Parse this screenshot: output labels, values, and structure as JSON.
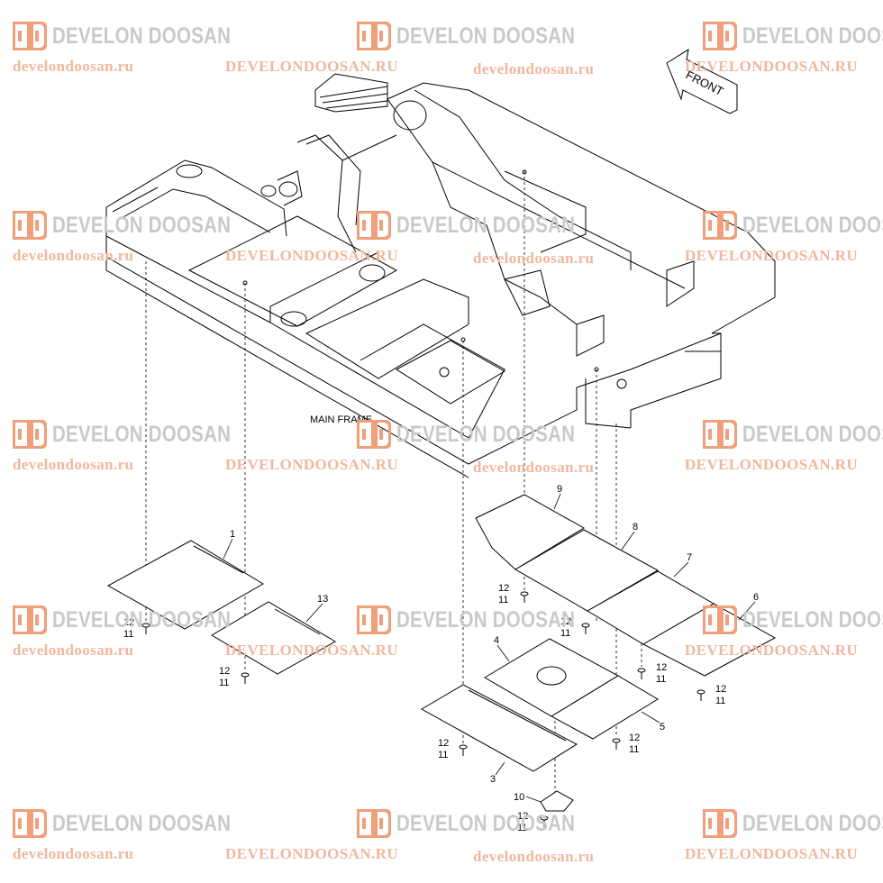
{
  "diagram": {
    "main_frame_label": "MAIN FRAME",
    "front_label": "FRONT",
    "callouts": {
      "p1": "1",
      "p3": "3",
      "p4": "4",
      "p5": "5",
      "p6": "6",
      "p7": "7",
      "p8": "8",
      "p9": "9",
      "p10": "10",
      "p13": "13",
      "p12": "12",
      "p11": "11"
    }
  },
  "watermark": {
    "brand": "DEVELON DOOSAN",
    "url_lower": "develondoosan.ru",
    "url_upper": "DEVELONDOOSAN.RU",
    "color_brand": "#c9c9c9",
    "color_logo": "#ef9f7a",
    "color_url": "#f0b79e"
  }
}
